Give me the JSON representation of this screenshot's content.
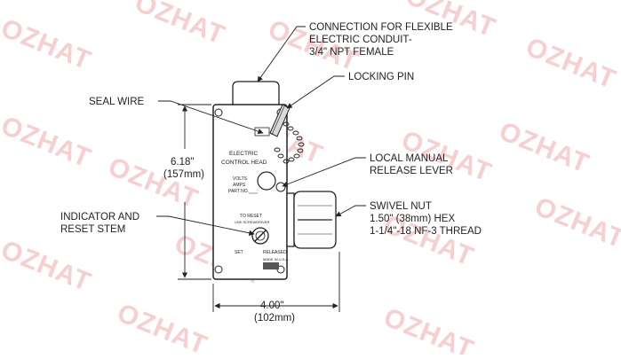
{
  "watermark": "OZHAT",
  "callouts": {
    "conduit": [
      "CONNECTION FOR FLEXIBLE",
      "ELECTRIC CONDUIT-",
      "3/4\" NPT FEMALE"
    ],
    "locking_pin": "LOCKING PIN",
    "seal_wire": "SEAL WIRE",
    "manual_release": [
      "LOCAL MANUAL",
      "RELEASE LEVER"
    ],
    "swivel_nut": [
      "SWIVEL NUT",
      "1.50\" (38mm) HEX",
      "1-1/4\"-18 NF-3 THREAD"
    ],
    "indicator": [
      "INDICATOR AND",
      "RESET STEM"
    ]
  },
  "dimensions": {
    "height_in": "6.18\"",
    "height_mm": "(157mm)",
    "width_in": "4.00\"",
    "width_mm": "(102mm)"
  },
  "panel": {
    "title_line1": "ELECTRIC",
    "title_line2": "CONTROL HEAD",
    "volts": "VOLTS",
    "amps": "AMPS",
    "part_no": "PART NO.",
    "to_reset": "TO RESET",
    "use_screwdriver": "USE SCREWDRIVER",
    "set": "SET",
    "released": "RELEASED",
    "made_in": "MADE IN U.S.A."
  },
  "colors": {
    "line": "#222222",
    "watermark": "#f2a8a8"
  }
}
